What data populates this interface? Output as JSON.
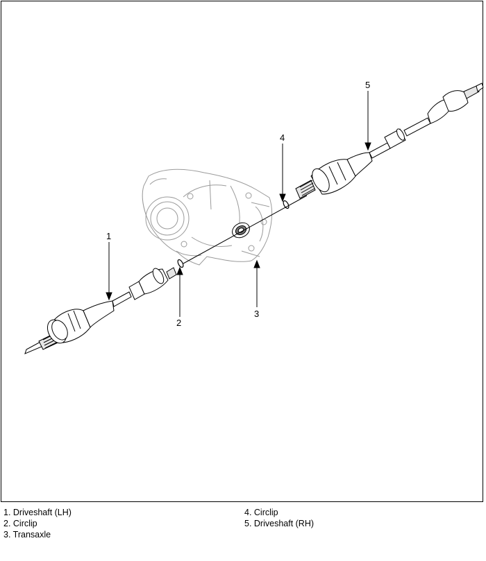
{
  "callouts": [
    {
      "number": "1"
    },
    {
      "number": "2"
    },
    {
      "number": "3"
    },
    {
      "number": "4"
    },
    {
      "number": "5"
    }
  ],
  "legend": {
    "left": [
      "1. Driveshaft (LH)",
      "2. Circlip",
      "3. Transaxle"
    ],
    "right": [
      "4. Circlip",
      "5. Driveshaft (RH)"
    ]
  },
  "colors": {
    "line": "#000000",
    "ghost_part": "#9a9a9a",
    "background": "#ffffff"
  }
}
